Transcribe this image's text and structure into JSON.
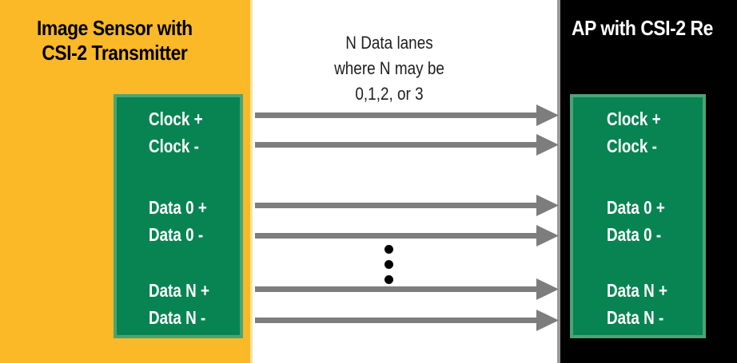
{
  "transmitter": {
    "title_line1": "Image Sensor with",
    "title_line2": "CSI-2 Transmitter",
    "pins": [
      "Clock +",
      "Clock -",
      "Data 0 +",
      "Data 0 -",
      "Data N +",
      "Data N -"
    ]
  },
  "receiver": {
    "title": "AP with CSI-2 Re",
    "pins": [
      "Clock +",
      "Clock -",
      "Data 0 +",
      "Data 0 -",
      "Data N +",
      "Data N -"
    ]
  },
  "annotation": {
    "line1": "N Data lanes",
    "line2": "where N may be",
    "line3": "0,1,2, or 3"
  },
  "colors": {
    "transmitter_block": "#fbb927",
    "receiver_block": "#000000",
    "port_box": "#078452",
    "lane_arrow": "#7d7d7d"
  }
}
